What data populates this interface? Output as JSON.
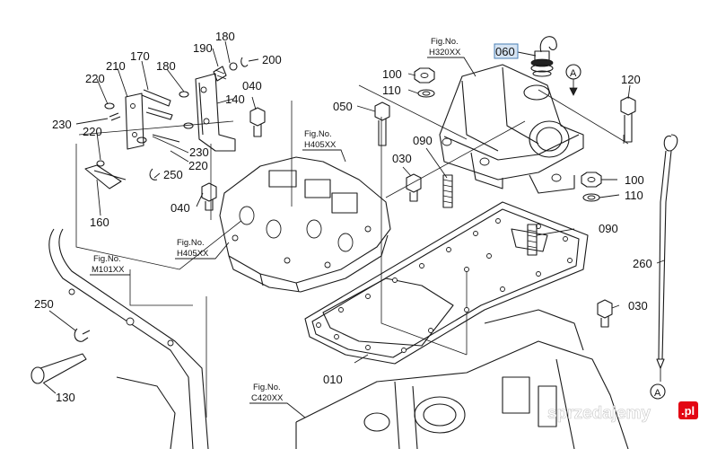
{
  "labels": {
    "p010": "010",
    "p030a": "030",
    "p030b": "030",
    "p040a": "040",
    "p040b": "040",
    "p050": "050",
    "p060": "060",
    "p090a": "090",
    "p090b": "090",
    "p100a": "100",
    "p100b": "100",
    "p110a": "110",
    "p110b": "110",
    "p120": "120",
    "p130": "130",
    "p140": "140",
    "p160": "160",
    "p170": "170",
    "p180a": "180",
    "p180b": "180",
    "p190": "190",
    "p200": "200",
    "p210": "210",
    "p220a": "220",
    "p220b": "220",
    "p220c": "220",
    "p230a": "230",
    "p230b": "230",
    "p250a": "250",
    "p250b": "250",
    "p260": "260",
    "refA1": "A",
    "refA2": "A"
  },
  "figures": {
    "fig_word": "Fig.No.",
    "h320": "H320XX",
    "h405a": "H405XX",
    "h405b": "H405XX",
    "m101": "M101XX",
    "c420": "C420XX"
  },
  "highlight_color": "#d6e4f3",
  "watermark_text": "sprzedajemy",
  "watermark_badge": ".pl",
  "watermark_badge_color": "#e30613"
}
